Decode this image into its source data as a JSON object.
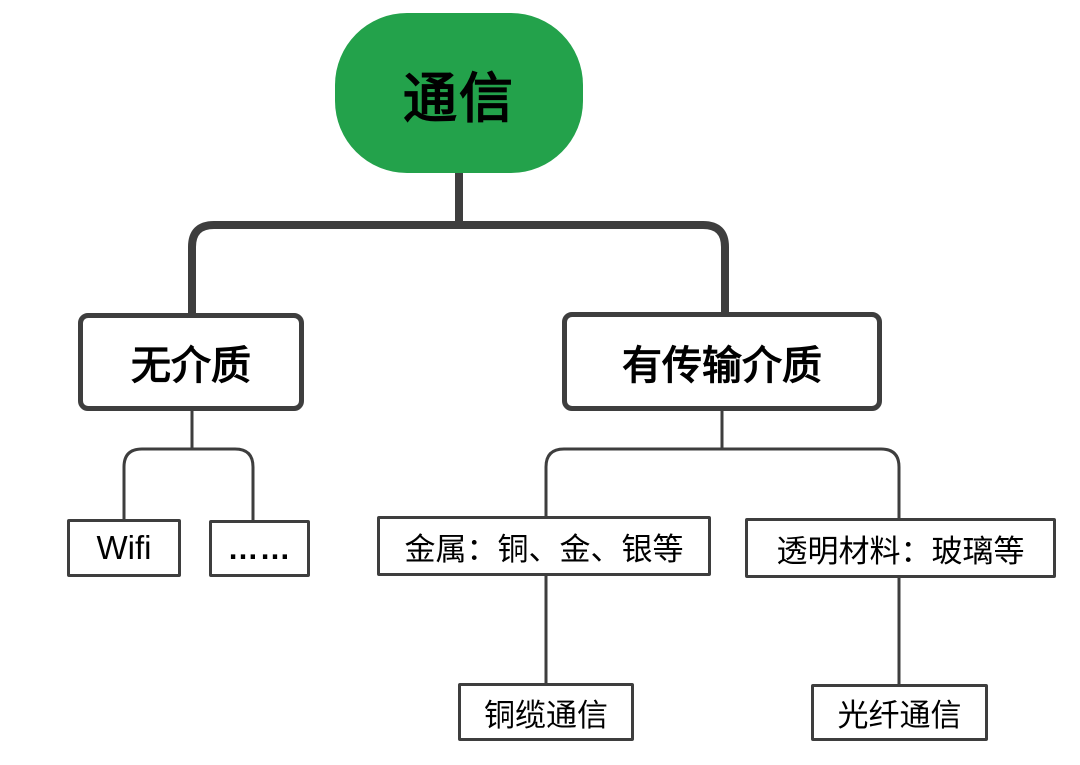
{
  "diagram": {
    "title": "communication-media-tree",
    "colors": {
      "root_fill": "#23A24B",
      "line": "#3E3E3E",
      "text": "#000000",
      "background": "#FFFFFF"
    },
    "tree": {
      "root": {
        "label": "通信"
      },
      "children": [
        {
          "label": "无介质",
          "children": [
            {
              "label": "Wifi"
            },
            {
              "label": "……"
            }
          ]
        },
        {
          "label": "有传输介质",
          "children": [
            {
              "label": "金属：铜、金、银等",
              "children": [
                {
                  "label": "铜缆通信"
                }
              ]
            },
            {
              "label": "透明材料：玻璃等",
              "children": [
                {
                  "label": "光纤通信"
                }
              ]
            }
          ]
        }
      ]
    }
  }
}
